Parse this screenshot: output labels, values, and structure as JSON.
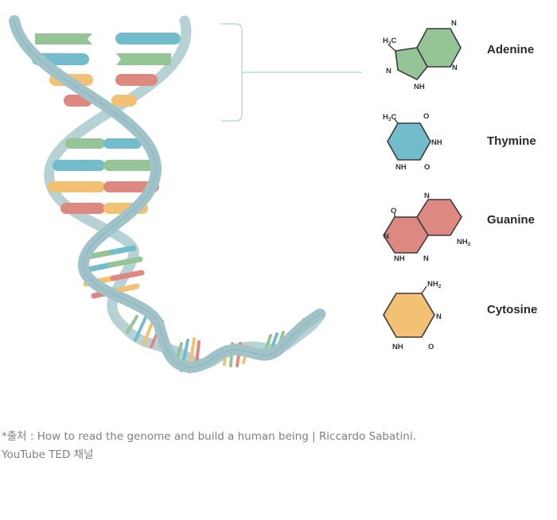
{
  "bases": [
    {
      "name": "Adenine",
      "color": "#95c597"
    },
    {
      "name": "Thymine",
      "color": "#73bccc"
    },
    {
      "name": "Guanine",
      "color": "#dd8981"
    },
    {
      "name": "Cytosine",
      "color": "#f2c174"
    }
  ],
  "molecule_labels": {
    "adenine": {
      "h3c_main": "H",
      "h3c_sub": "3",
      "h3c_end": "C",
      "n_top": "N",
      "n_right": "N",
      "n_left": "N",
      "nh_bottom": "NH"
    },
    "thymine": {
      "h3c_main": "H",
      "h3c_sub": "3",
      "h3c_end": "C",
      "o_top": "O",
      "nh_right": "NH",
      "nh_bottom": "NH",
      "o_bottom": "O"
    },
    "guanine": {
      "o_top": "O",
      "n_top": "N",
      "n_left": "N",
      "nh_bottom": "NH",
      "n_bottom": "N",
      "nh2_main": "NH",
      "nh2_sub": "2"
    },
    "cytosine": {
      "nh2_main": "NH",
      "nh2_sub": "2",
      "n_right": "N",
      "nh_bottom": "NH",
      "o_bottom": "O"
    }
  },
  "colors": {
    "strand": "#9fc3c8",
    "strand_edge": "#7ea8ae",
    "bracket": "#a9d2cc",
    "adenine": "#95c597",
    "thymine": "#73bccc",
    "guanine": "#dd8981",
    "cytosine": "#f2c174"
  },
  "caption": {
    "line1": "*출처 :  How to read the genome and build a human being | Riccardo Sabatini.",
    "line2": "YouTube TED 채널"
  }
}
